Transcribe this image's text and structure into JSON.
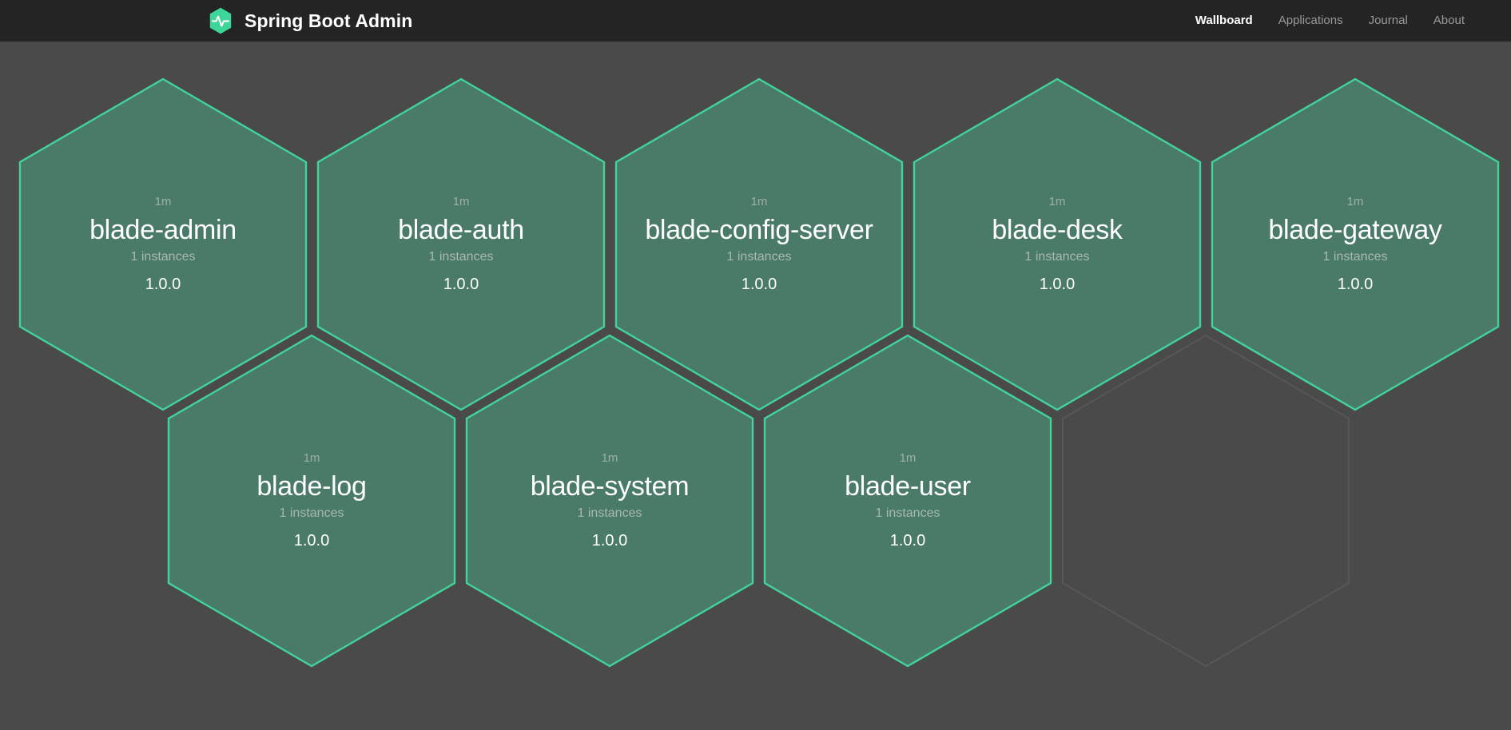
{
  "navbar": {
    "brand_title": "Spring Boot Admin",
    "logo_icon": "heartbeat-hexagon-logo",
    "logo_color": "#3dd598",
    "background": "#242424",
    "links": [
      {
        "label": "Wallboard",
        "active": true
      },
      {
        "label": "Applications",
        "active": false
      },
      {
        "label": "Journal",
        "active": false
      },
      {
        "label": "About",
        "active": false
      }
    ]
  },
  "wallboard": {
    "background": "#4a4a4a",
    "hex_fill": "#4a7a68",
    "hex_border": "#42d39a",
    "empty_hex_border": "#575757",
    "applications": [
      {
        "uptime": "1m",
        "name": "blade-admin",
        "instances": "1 instances",
        "version": "1.0.0",
        "status": "up"
      },
      {
        "uptime": "1m",
        "name": "blade-auth",
        "instances": "1 instances",
        "version": "1.0.0",
        "status": "up"
      },
      {
        "uptime": "1m",
        "name": "blade-config-server",
        "instances": "1 instances",
        "version": "1.0.0",
        "status": "up"
      },
      {
        "uptime": "1m",
        "name": "blade-desk",
        "instances": "1 instances",
        "version": "1.0.0",
        "status": "up"
      },
      {
        "uptime": "1m",
        "name": "blade-gateway",
        "instances": "1 instances",
        "version": "1.0.0",
        "status": "up"
      },
      {
        "uptime": "1m",
        "name": "blade-log",
        "instances": "1 instances",
        "version": "1.0.0",
        "status": "up"
      },
      {
        "uptime": "1m",
        "name": "blade-system",
        "instances": "1 instances",
        "version": "1.0.0",
        "status": "up"
      },
      {
        "uptime": "1m",
        "name": "blade-user",
        "instances": "1 instances",
        "version": "1.0.0",
        "status": "up"
      }
    ]
  }
}
